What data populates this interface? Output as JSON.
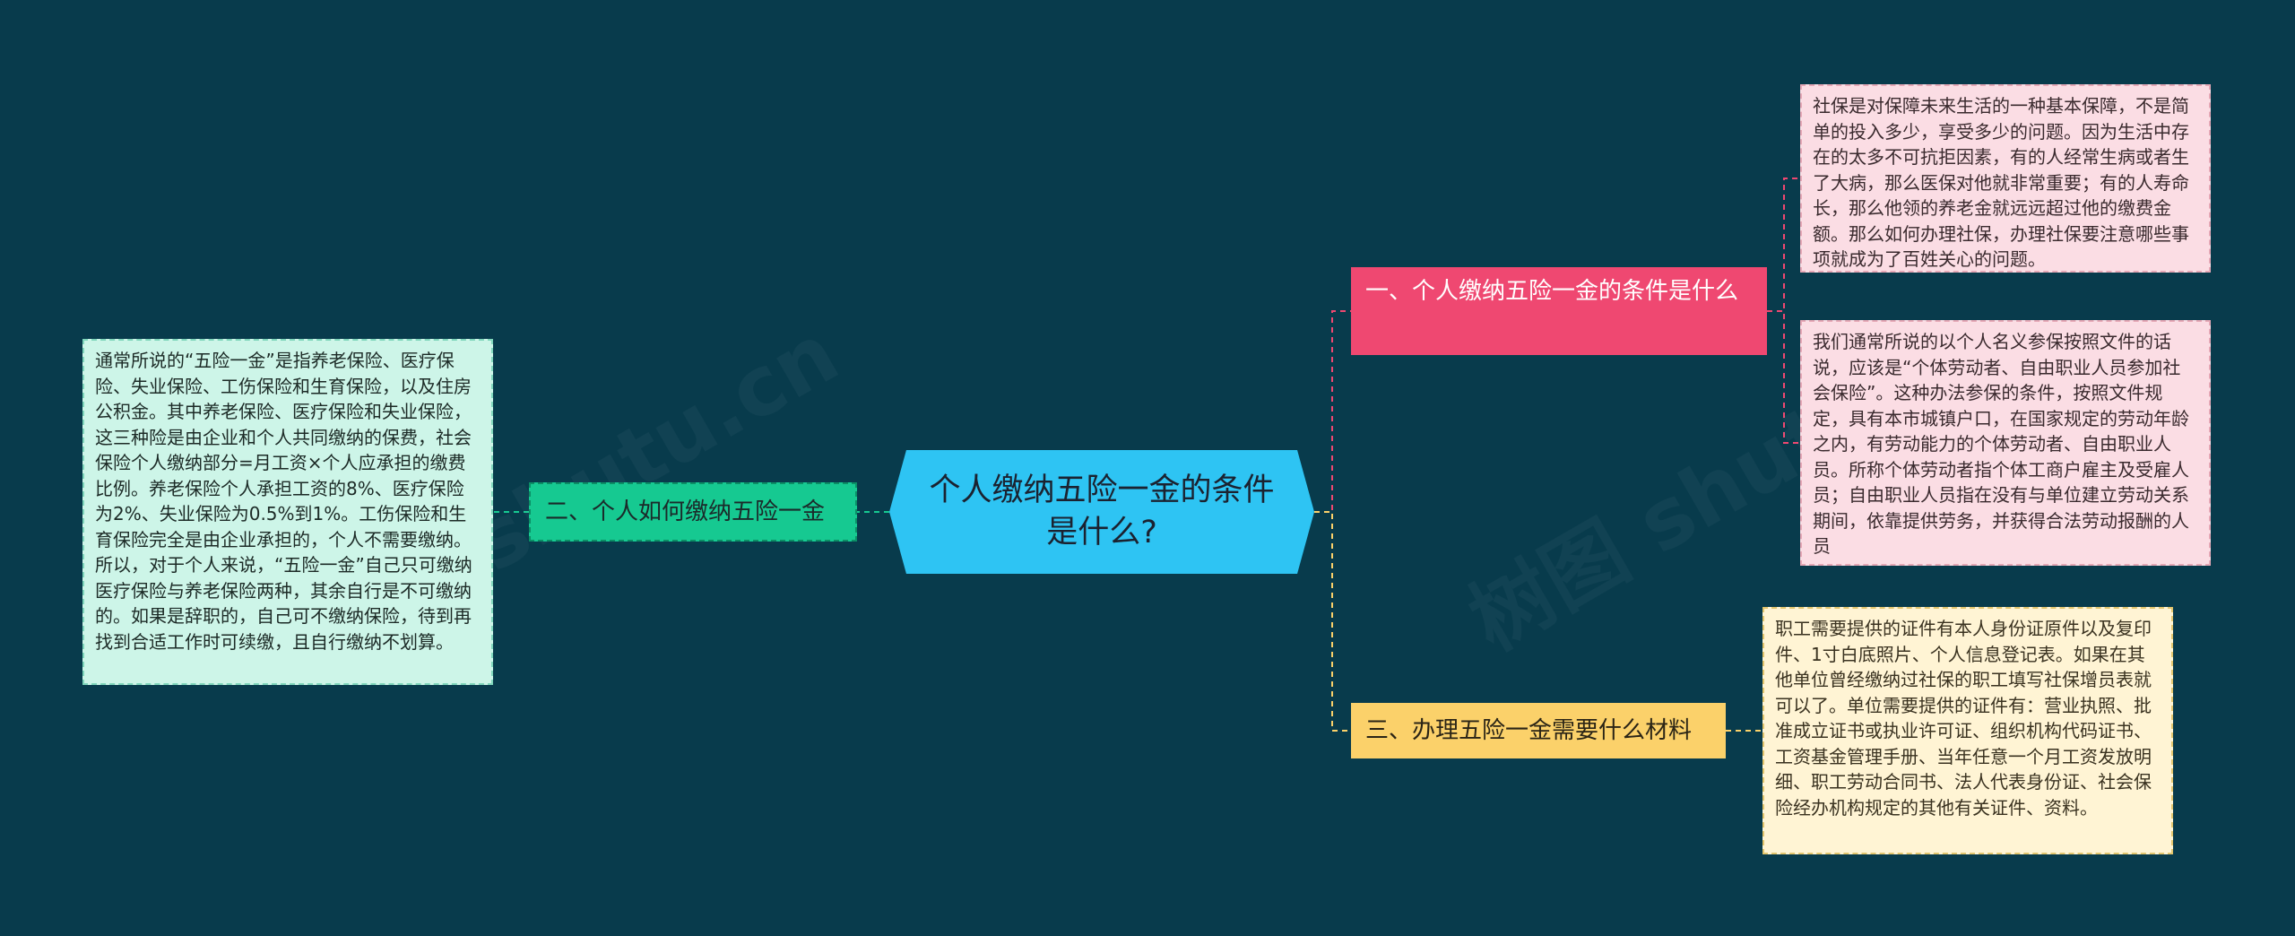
{
  "center": {
    "label": "个人缴纳五险一金的条件是什么?"
  },
  "branches": [
    {
      "label": "一、个人缴纳五险一金的条件是什么",
      "color": "#ef4871",
      "leaves": [
        "社保是对保障未来生活的一种基本保障，不是简单的投入多少，享受多少的问题。因为生活中存在的太多不可抗拒因素，有的人经常生病或者生了大病，那么医保对他就非常重要；有的人寿命长，那么他领的养老金就远远超过他的缴费金额。那么如何办理社保，办理社保要注意哪些事项就成为了百姓关心的问题。",
        "我们通常所说的以个人名义参保按照文件的话说，应该是“个体劳动者、自由职业人员参加社会保险”。这种办法参保的条件，按照文件规定，具有本市城镇户口，在国家规定的劳动年龄之内，有劳动能力的个体劳动者、自由职业人员。所称个体劳动者指个体工商户雇主及受雇人员；自由职业人员指在没有与单位建立劳动关系期间，依靠提供劳务，并获得合法劳动报酬的人员"
      ]
    },
    {
      "label": "二、个人如何缴纳五险一金",
      "color": "#16c991",
      "leaves": [
        "通常所说的“五险一金”是指养老保险、医疗保险、失业保险、工伤保险和生育保险，以及住房公积金。其中养老保险、医疗保险和失业保险，这三种险是由企业和个人共同缴纳的保费，社会保险个人缴纳部分=月工资×个人应承担的缴费比例。养老保险个人承担工资的8%、医疗保险为2%、失业保险为0.5%到1%。工伤保险和生育保险完全是由企业承担的，个人不需要缴纳。所以，对于个人来说，“五险一金”自己只可缴纳医疗保险与养老保险两种，其余自行是不可缴纳的。如果是辞职的，自己可不缴纳保险，待到再找到合适工作时可续缴，且自行缴纳不划算。"
      ]
    },
    {
      "label": "三、办理五险一金需要什么材料",
      "color": "#fbd16a",
      "leaves": [
        "职工需要提供的证件有本人身份证原件以及复印件、1寸白底照片、个人信息登记表。如果在其他单位曾经缴纳过社保的职工填写社保增员表就可以了。单位需要提供的证件有：营业执照、批准成立证书或执业许可证、组织机构代码证书、工资基金管理手册、当年任意一个月工资发放明细、职工劳动合同书、法人代表身份证、社会保险经办机构规定的其他有关证件、资料。"
      ]
    }
  ],
  "watermark": "树图 shutu.cn",
  "colors": {
    "background": "#083b4c",
    "center": "#2ec4f3",
    "link_pink": "#ef4871",
    "link_green": "#16c991",
    "link_yellow": "#fbd16a"
  }
}
